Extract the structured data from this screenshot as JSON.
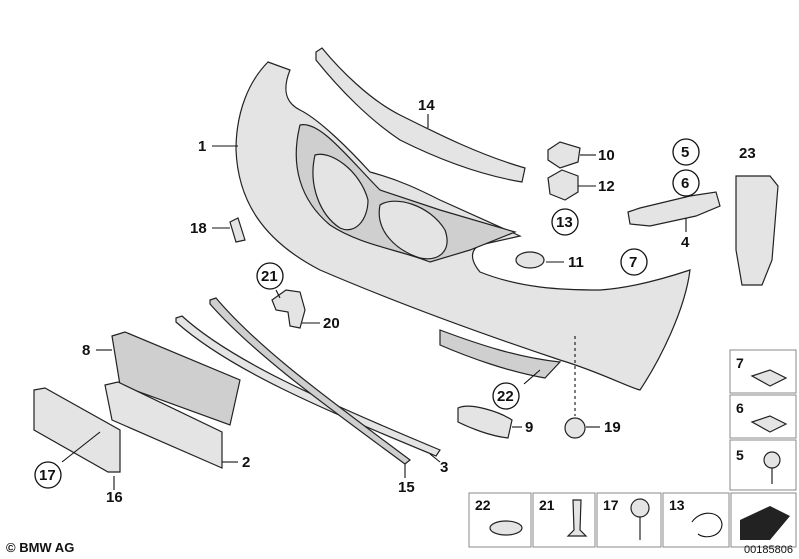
{
  "labels": {
    "l1": "1",
    "l2": "2",
    "l3": "3",
    "l4": "4",
    "l5": "5",
    "l6": "6",
    "l7": "7",
    "l8": "8",
    "l9": "9",
    "l10": "10",
    "l11": "11",
    "l12": "12",
    "l13": "13",
    "l14": "14",
    "l15": "15",
    "l16": "16",
    "l17": "17",
    "l18": "18",
    "l19": "19",
    "l20": "20",
    "l21": "21",
    "l22": "22",
    "l23": "23"
  },
  "legend_side": {
    "a": "7",
    "b": "6",
    "c": "5"
  },
  "legend_bottom": {
    "a": "22",
    "b": "21",
    "c": "17",
    "d": "13"
  },
  "footer": {
    "copyright": "© BMW AG",
    "document_number": "00185806"
  }
}
